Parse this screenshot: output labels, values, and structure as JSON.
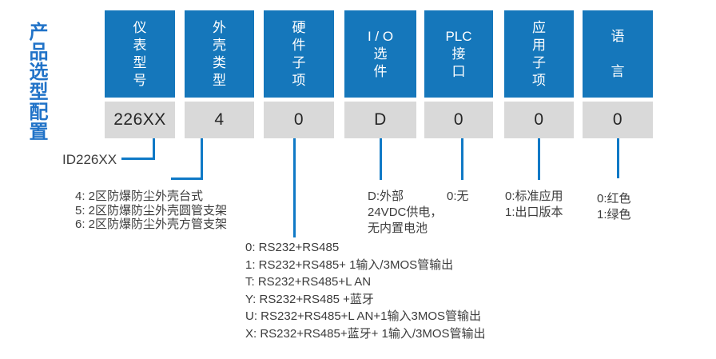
{
  "page_title": "产品选型配置",
  "colors": {
    "box_blue": "#1577bb",
    "title_blue": "#2173c8",
    "line_blue": "#0f79c6",
    "value_bg": "#d9d9d9",
    "value_text": "#262626",
    "note_text": "#3c3c3c"
  },
  "columns": [
    {
      "name": "instrument-model",
      "header": "仪\n表\n型\n号",
      "value": "226XX",
      "note": "ID226XX"
    },
    {
      "name": "housing-type",
      "header": "外\n壳\n类\n型",
      "value": "4",
      "note": "4: 2区防爆防尘外壳台式\n5: 2区防爆防尘外壳圆管支架\n6: 2区防爆防尘外壳方管支架"
    },
    {
      "name": "hardware-subitem",
      "header": "硬\n件\n子\n项",
      "value": "0",
      "note": "0: RS232+RS485\n1: RS232+RS485+ 1输入/3MOS管输出\nT: RS232+RS485+L AN\nY: RS232+RS485 +蓝牙\nU: RS232+RS485+L AN+1输入3MOS管输出\nX: RS232+RS485+蓝牙+ 1输入/3MOS管输出"
    },
    {
      "name": "io-option",
      "header": "I / O\n选\n件",
      "value": "D",
      "note": "D:外部\n24VDC供电，\n无内置电池"
    },
    {
      "name": "plc-interface",
      "header": "PLC\n接\n口",
      "value": "0",
      "note": "0:无"
    },
    {
      "name": "application-subitem",
      "header": "应\n用\n子\n项",
      "value": "0",
      "note": "0:标准应用\n1:出口版本"
    },
    {
      "name": "language",
      "header": "语\n\n言",
      "value": "0",
      "note": "0:红色\n1:绿色"
    }
  ]
}
